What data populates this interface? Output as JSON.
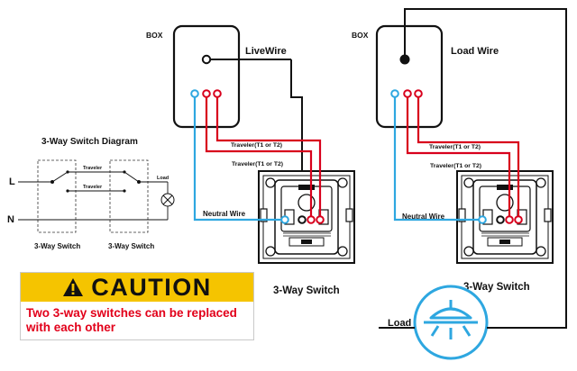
{
  "left_diagram": {
    "title": "3-Way Switch Diagram",
    "line_label": "L",
    "neutral_label": "N",
    "traveler_top": "Traveler",
    "traveler_bottom": "Traveler",
    "load_label": "Load",
    "switch_left_label": "3-Way Switch",
    "switch_right_label": "3-Way Switch"
  },
  "box_left": {
    "box_label": "BOX",
    "wire_label": "LiveWire",
    "traveler_1": "Traveler(T1 or T2)",
    "traveler_2": "Traveler(T1 or T2)",
    "neutral_label": "Neutral Wire",
    "switch_label": "3-Way Switch"
  },
  "box_right": {
    "box_label": "BOX",
    "wire_label": "Load Wire",
    "traveler_1": "Traveler(T1 or T2)",
    "traveler_2": "Traveler(T1 or T2)",
    "neutral_label": "Neutral Wire",
    "switch_label": "3-Way Switch",
    "load_label": "Load"
  },
  "caution": {
    "title": "CAUTION",
    "message": "Two 3-way switches can be replaced with each other"
  },
  "colors": {
    "neutral_wire": "#2ea7e0",
    "traveler_wire": "#d8001c",
    "black_wire": "#111111",
    "caution_yellow": "#f5c400",
    "caution_text": "#e2001a"
  },
  "icons": [
    "warning-triangle-icon",
    "ceiling-lamp-icon",
    "lamp-symbol-icon"
  ]
}
